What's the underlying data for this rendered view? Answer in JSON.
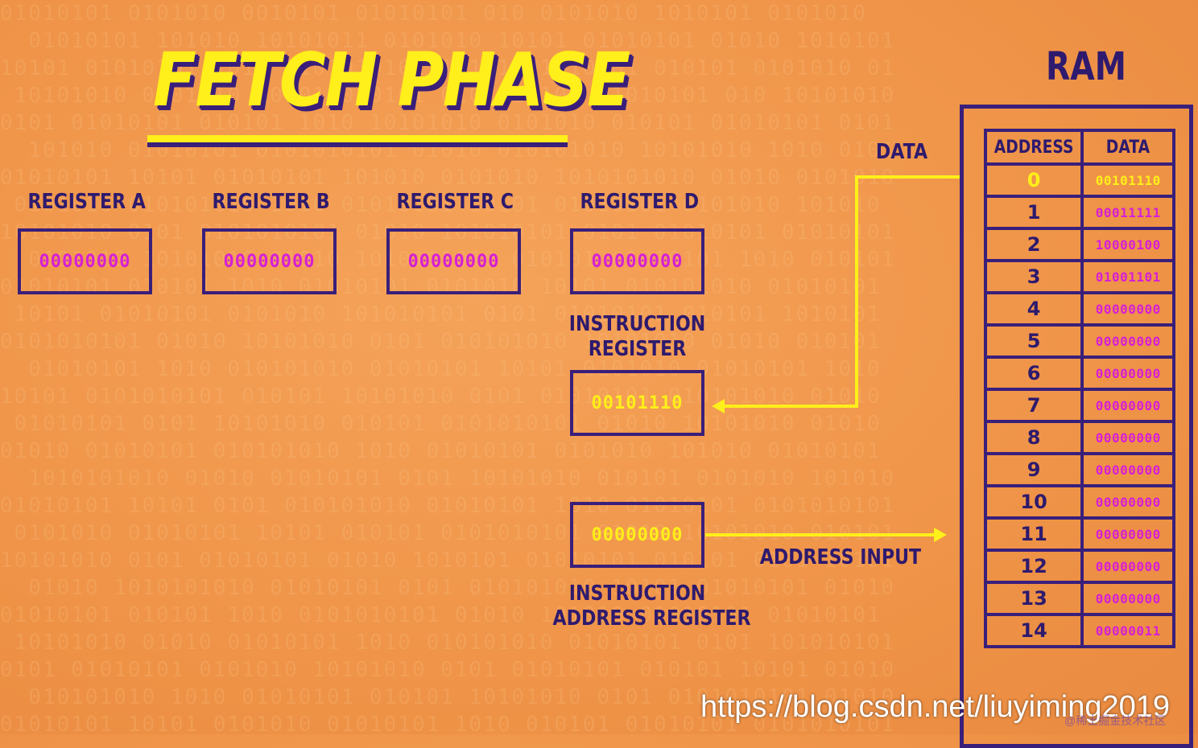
{
  "title": "FETCH PHASE",
  "registers": [
    {
      "label": "REGISTER A",
      "value": "00000000"
    },
    {
      "label": "REGISTER B",
      "value": "00000000"
    },
    {
      "label": "REGISTER C",
      "value": "00000000"
    },
    {
      "label": "REGISTER D",
      "value": "00000000"
    }
  ],
  "instruction_register": {
    "label_line1": "INSTRUCTION",
    "label_line2": "REGISTER",
    "value": "00101110"
  },
  "instruction_address_register": {
    "label_line1": "INSTRUCTION",
    "label_line2": "ADDRESS REGISTER",
    "value": "00000000"
  },
  "arrows": {
    "data_label": "DATA",
    "address_label": "ADDRESS INPUT"
  },
  "ram": {
    "title": "RAM",
    "headers": {
      "address": "ADDRESS",
      "data": "DATA"
    },
    "rows": [
      {
        "address": "0",
        "data": "00101110",
        "active": true
      },
      {
        "address": "1",
        "data": "00011111"
      },
      {
        "address": "2",
        "data": "10000100"
      },
      {
        "address": "3",
        "data": "01001101"
      },
      {
        "address": "4",
        "data": "00000000"
      },
      {
        "address": "5",
        "data": "00000000"
      },
      {
        "address": "6",
        "data": "00000000"
      },
      {
        "address": "7",
        "data": "00000000"
      },
      {
        "address": "8",
        "data": "00000000"
      },
      {
        "address": "9",
        "data": "00000000"
      },
      {
        "address": "10",
        "data": "00000000"
      },
      {
        "address": "11",
        "data": "00000000"
      },
      {
        "address": "12",
        "data": "00000000"
      },
      {
        "address": "13",
        "data": "00000000"
      },
      {
        "address": "14",
        "data": "00000011"
      }
    ]
  },
  "watermark": {
    "url": "https://blog.csdn.net/liuyiming2019",
    "sub": "@稀土掘金技术社区"
  },
  "colors": {
    "accent_yellow": "#ffef1a",
    "outline_purple": "#3a1f7a",
    "value_pink": "#d61fd6",
    "background_orange": "#ef9448"
  }
}
